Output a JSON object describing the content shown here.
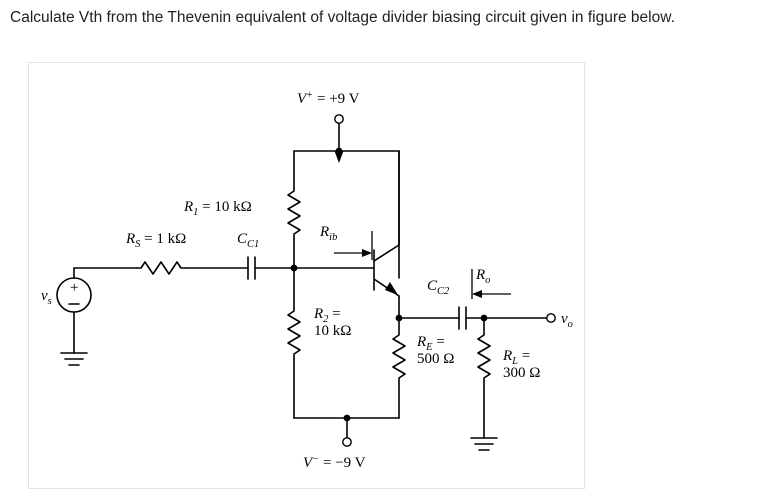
{
  "question": {
    "text": "Calculate Vth from the Thevenin equivalent of voltage divider biasing circuit given in figure below."
  },
  "figure": {
    "caption": "",
    "labels": {
      "supply_positive": "V+ = +9 V",
      "supply_negative": "V− = −9 V",
      "r1": "R1 = 10 kΩ",
      "rs": "RS = 1 kΩ",
      "cc1": "CC1",
      "rib": "Rib",
      "r2_line1": "R2 =",
      "r2_line2": "10 kΩ",
      "re_line1": "RE =",
      "re_line2": "500 Ω",
      "rl_line1": "RL =",
      "rl_line2": "300 Ω",
      "cc2": "CC2",
      "ro": "Ro",
      "vo": "vo",
      "vs": "vs",
      "source_plus": "+",
      "source_minus": "−"
    },
    "components": [
      {
        "name": "source-vs",
        "type": "ac-voltage-source",
        "label": "vs"
      },
      {
        "name": "resistor-rs",
        "type": "resistor",
        "label": "RS = 1 kΩ"
      },
      {
        "name": "capacitor-cc1",
        "type": "capacitor",
        "label": "CC1"
      },
      {
        "name": "resistor-r1",
        "type": "resistor",
        "label": "R1 = 10 kΩ"
      },
      {
        "name": "resistor-r2",
        "type": "resistor",
        "label": "R2 = 10 kΩ"
      },
      {
        "name": "transistor-q1",
        "type": "bjt-npn",
        "label": ""
      },
      {
        "name": "resistor-re",
        "type": "resistor",
        "label": "RE = 500 Ω"
      },
      {
        "name": "capacitor-cc2",
        "type": "capacitor",
        "label": "CC2"
      },
      {
        "name": "resistor-rl",
        "type": "resistor",
        "label": "RL = 300 Ω"
      },
      {
        "name": "output-terminal-vo",
        "type": "terminal",
        "label": "vo"
      },
      {
        "name": "ground-source",
        "type": "ground",
        "label": ""
      },
      {
        "name": "ground-output",
        "type": "ground",
        "label": ""
      }
    ]
  }
}
